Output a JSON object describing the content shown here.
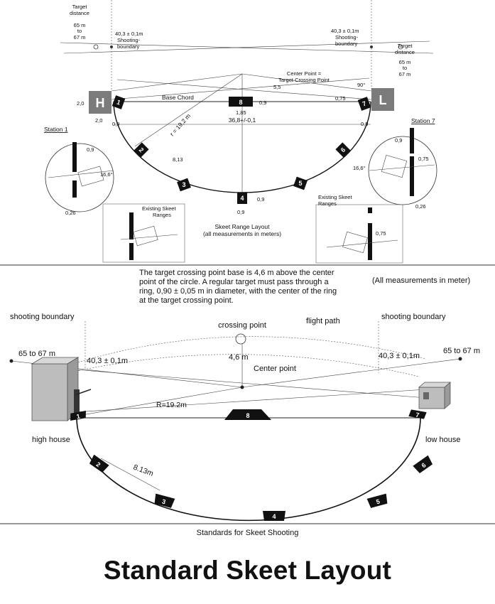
{
  "top_diagram": {
    "target_distance_left": [
      "Target",
      "distance",
      "65 m",
      "to",
      "67 m"
    ],
    "target_distance_right": [
      "Target",
      "distance",
      "65 m",
      "to",
      "67 m"
    ],
    "shooting_boundary_left": [
      "40,3 ± 0,1m",
      "Shooting-",
      "boundary"
    ],
    "shooting_boundary_right": [
      "40,3 ± 0,1m",
      "Shooting-",
      "boundary"
    ],
    "center_point_label": [
      "Center Point =",
      "Target Crossing Point"
    ],
    "base_chord": "Base Chord",
    "house_high": "H",
    "house_low": "L",
    "radius": "r = 19,2 m",
    "chord_length": "36,8+/-0,1",
    "dims": {
      "house_h": "2,0",
      "house_w": "2,0",
      "left_09": "0,9",
      "right_09": "0,9",
      "st8_h": "0,9",
      "st8_w": "1,85",
      "cp_55": "5,5",
      "cp_075": "0,75",
      "angle_90": "90°",
      "dist_813": "8,13",
      "st4_h": "0,9",
      "st4_w": "0,9"
    },
    "stations": [
      "1",
      "2",
      "3",
      "4",
      "5",
      "6",
      "7",
      "8"
    ],
    "station1": {
      "title": "Station 1",
      "d09": "0,9",
      "angle": "16,6°",
      "d026": "0,26"
    },
    "station7": {
      "title": "Station 7",
      "d09": "0,9",
      "d075": "0,75",
      "angle": "16,6°",
      "d026": "0,26"
    },
    "existing_left": [
      "Existing Skeet",
      "Ranges"
    ],
    "existing_right": [
      "Existing Skeet",
      "Ranges"
    ],
    "existing_right_075": "0,75",
    "layout_title": [
      "Skeet Range Layout",
      "(all measurements in meters)"
    ]
  },
  "info_text": "The target crossing point base is 4,6 m above the center point of the circle. A regular target must pass through a ring, 0,90 ± 0,05 m in diameter, with the center of the ring at the target crossing point.",
  "all_measurements": "(All measurements in meter)",
  "perspective": {
    "shooting_boundary_left": "shooting boundary",
    "shooting_boundary_right": "shooting boundary",
    "crossing_point": "crossing point",
    "flight_path": "flight path",
    "dist_left": "65 to 67 m",
    "dist_right": "65 to 67 m",
    "boundary_left": "40,3 ± 0,1m",
    "boundary_right": "40,3 ± 0,1m",
    "height": "4,6 m",
    "center_point": "Center point",
    "radius": "R=19.2m",
    "dist_813": "8.13m",
    "high_house": "high house",
    "low_house": "low house",
    "stations": [
      "1",
      "2",
      "3",
      "4",
      "5",
      "6",
      "7",
      "8"
    ]
  },
  "caption": "Standards for Skeet Shooting",
  "title": "Standard Skeet Layout"
}
